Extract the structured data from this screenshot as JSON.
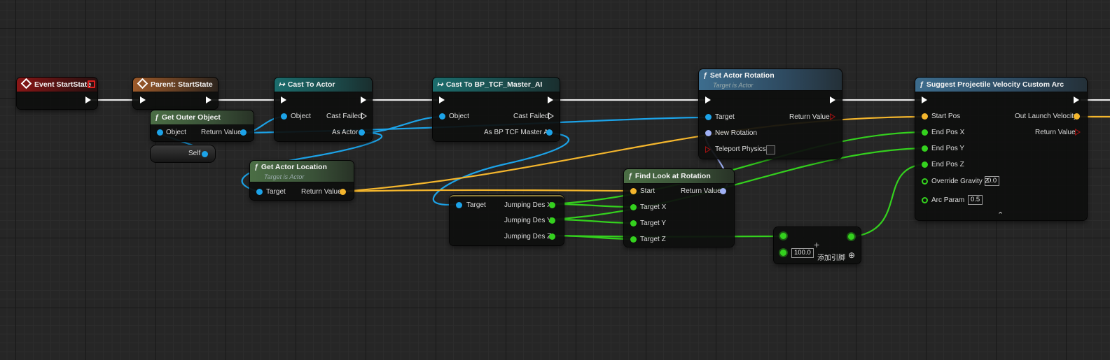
{
  "colors": {
    "exec": "#ffffff",
    "object": "#1ca3e8",
    "vector": "#f4b62d",
    "rotator": "#9fb0f4",
    "float": "#34d11e",
    "bool": "#9b1212",
    "struct_out": "#f4b62d"
  },
  "nodes": {
    "event_start": {
      "title": "Event StartState"
    },
    "parent_start": {
      "title": "Parent: StartState"
    },
    "cast_actor": {
      "title": "Cast To Actor",
      "object": "Object",
      "cast_failed": "Cast Failed",
      "as_actor": "As Actor"
    },
    "cast_ai": {
      "title": "Cast To BP_TCF_Master_AI",
      "object": "Object",
      "cast_failed": "Cast Failed",
      "as_ai": "As BP TCF Master AI"
    },
    "get_outer": {
      "title": "Get Outer Object",
      "object": "Object",
      "return_value": "Return Value"
    },
    "self": {
      "label": "Self"
    },
    "get_location": {
      "title": "Get Actor Location",
      "subtitle": "Target is Actor",
      "target": "Target",
      "return_value": "Return Value"
    },
    "jumping_get": {
      "target": "Target",
      "x": "Jumping Des X",
      "y": "Jumping Des Y",
      "z": "Jumping Des Z"
    },
    "set_rotation": {
      "title": "Set Actor Rotation",
      "subtitle": "Target is Actor",
      "target": "Target",
      "return_value": "Return Value",
      "new_rotation": "New Rotation",
      "teleport": "Teleport Physics"
    },
    "find_look": {
      "title": "Find Look at Rotation",
      "start": "Start",
      "return_value": "Return Value",
      "target_x": "Target X",
      "target_y": "Target Y",
      "target_z": "Target Z"
    },
    "add_node": {
      "value": "100.0",
      "add_pin": "添加引脚",
      "plus": "+"
    },
    "suggest": {
      "title": "Suggest Projectile Velocity Custom Arc",
      "start_pos": "Start Pos",
      "out_launch": "Out Launch Velocity",
      "end_x": "End Pos X",
      "return_value": "Return Value",
      "end_y": "End Pos Y",
      "end_z": "End Pos Z",
      "gravity": "Override Gravity Z",
      "gravity_val": "0.0",
      "arc": "Arc Param",
      "arc_val": "0.5",
      "collapse": "⌃"
    }
  }
}
